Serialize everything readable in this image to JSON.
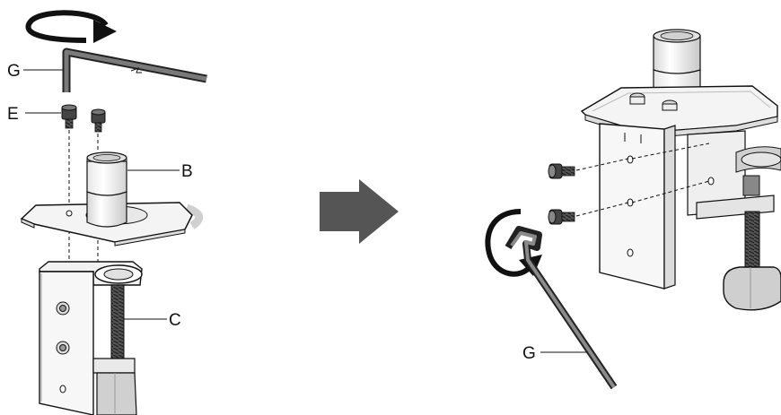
{
  "labels": {
    "left_allen_key": "G",
    "screws": "E",
    "pole_adapter": "B",
    "clamp": "C",
    "right_allen_key": "G"
  },
  "icons": {
    "rotation_top": "clockwise-rotation-arrow-icon",
    "step_arrow": "right-arrow-icon",
    "rotation_right": "rotation-arrow-icon"
  },
  "colors": {
    "line": "#1a1a1a",
    "part_fill": "#f2f2f2",
    "shadow": "#b3b3b3",
    "arrow": "#555555",
    "highlight": "#d9d9d9"
  }
}
